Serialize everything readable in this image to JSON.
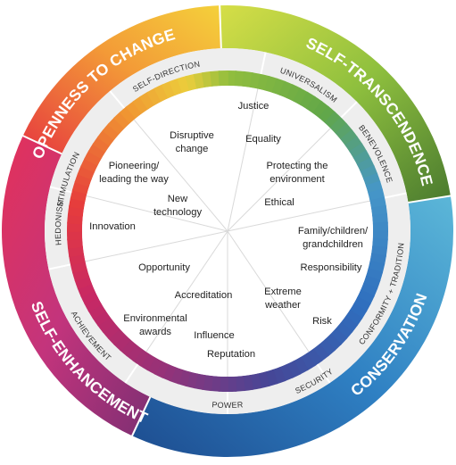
{
  "outer_segments": [
    {
      "label": "OPENNESS TO CHANGE",
      "start": 0.33,
      "end": 0.65
    },
    {
      "label": "SELF-TRANSCENDENCE",
      "start": 0.0,
      "end": 0.33
    },
    {
      "label": "CONSERVATION",
      "start": -0.65,
      "end": -0.1
    },
    {
      "label": "SELF-ENHANCEMENT",
      "start": -1.0,
      "end": -0.65
    }
  ],
  "value_types": [
    {
      "label": "SELF-DIRECTION"
    },
    {
      "label": "UNIVERSALISM"
    },
    {
      "label": "BENEVOLENCE"
    },
    {
      "label": "CONFORMITY + TRADITION"
    },
    {
      "label": "SECURITY"
    },
    {
      "label": "POWER"
    },
    {
      "label": "ACHIEVEMENT"
    },
    {
      "label": "HEDONISM"
    },
    {
      "label": "STIMULATION"
    }
  ],
  "inner_items": [
    {
      "lines": [
        "Justice"
      ]
    },
    {
      "lines": [
        "Equality"
      ]
    },
    {
      "lines": [
        "Disruptive",
        "change"
      ]
    },
    {
      "lines": [
        "Pioneering/",
        "leading the way"
      ]
    },
    {
      "lines": [
        "Protecting the",
        "environment"
      ]
    },
    {
      "lines": [
        "Ethical"
      ]
    },
    {
      "lines": [
        "New",
        "technology"
      ]
    },
    {
      "lines": [
        "Family/children/",
        "grandchildren"
      ]
    },
    {
      "lines": [
        "Innovation"
      ]
    },
    {
      "lines": [
        "Responsibility"
      ]
    },
    {
      "lines": [
        "Opportunity"
      ]
    },
    {
      "lines": [
        "Extreme",
        "weather"
      ]
    },
    {
      "lines": [
        "Accreditation"
      ]
    },
    {
      "lines": [
        "Risk"
      ]
    },
    {
      "lines": [
        "Environmental",
        "awards"
      ]
    },
    {
      "lines": [
        "Influence"
      ]
    },
    {
      "lines": [
        "Reputation"
      ]
    }
  ],
  "colors": {
    "openness": [
      "#e8413f",
      "#f0a43a",
      "#f3d03c"
    ],
    "self_transcendence": [
      "#cddc4a",
      "#8cbf3f",
      "#4f7a2e"
    ],
    "conservation": [
      "#59b4d6",
      "#2b7fc2",
      "#1f4f91"
    ],
    "self_enhancement": [
      "#8e2f6e",
      "#c6347a",
      "#e0315e"
    ],
    "ring_band": "#eeeeee",
    "divider": "#ffffff"
  }
}
